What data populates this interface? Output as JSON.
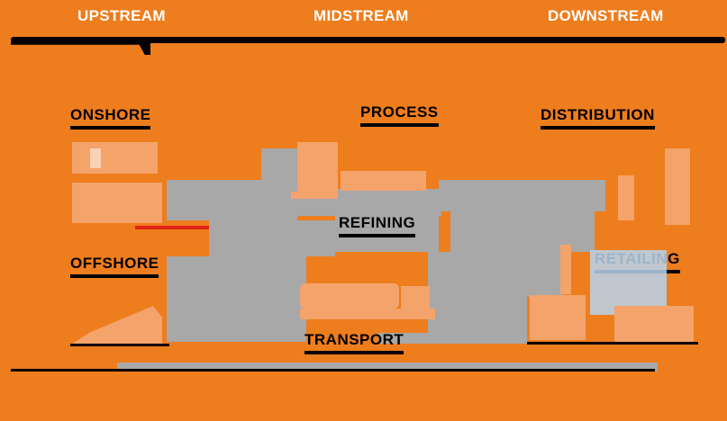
{
  "stages": {
    "upstream": "UPSTREAM",
    "midstream": "MIDSTREAM",
    "downstream": "DOWNSTREAM"
  },
  "labels": {
    "onshore": "ONSHORE",
    "offshore": "OFFSHORE",
    "process": "PROCESS",
    "refining": "REFINING",
    "transport": "TRANSPORT",
    "distribution": "DISTRIBUTION",
    "retail": "RETAILING"
  },
  "colors": {
    "background": "#ee7d1d",
    "grey_flow": "#a8a8a8",
    "light_orange": "#f4a36a",
    "accent_red": "#e2231a",
    "accent_blue": "#b7d3ee"
  }
}
